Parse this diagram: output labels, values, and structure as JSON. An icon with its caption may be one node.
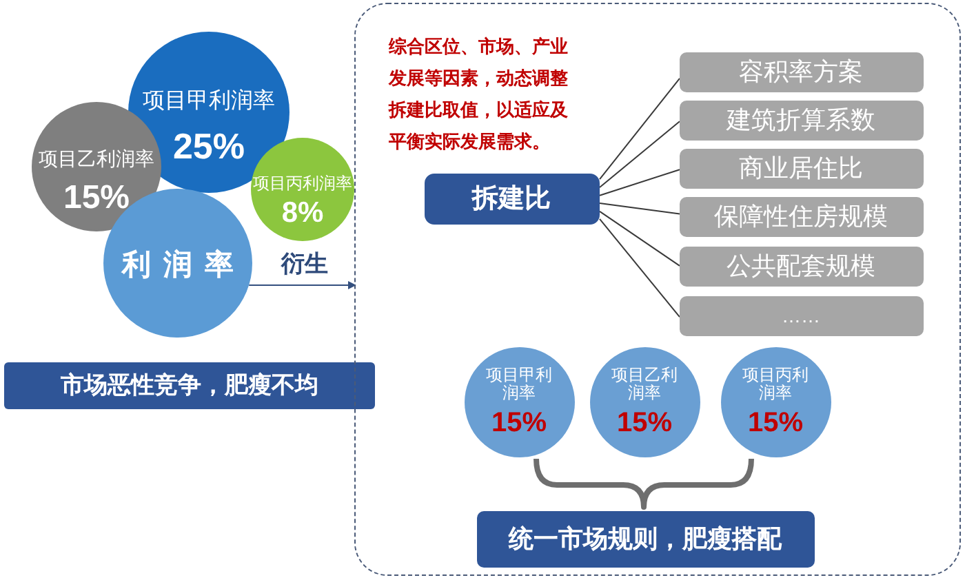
{
  "diagram": {
    "nodes": [
      {
        "text": [
          "项目甲利润率",
          "25%"
        ]
      },
      {
        "text": [
          "项目乙利润率",
          "15%"
        ]
      },
      {
        "text": [
          "项目丙利润率",
          "8%"
        ]
      },
      {
        "text": [
          "利 润 率"
        ]
      },
      {
        "text": [
          "市场恶性竞争，肥瘦不均"
        ]
      },
      {
        "text": [],
        "shape": "box"
      },
      {
        "text": [
          "拆建比"
        ],
        "in": 5
      },
      {
        "text": [
          "容积率方案"
        ],
        "in": 5
      },
      {
        "text": [
          "建筑折算系数"
        ],
        "in": 5
      },
      {
        "text": [
          "商业居住比"
        ],
        "in": 5
      },
      {
        "text": [
          "保障性住房规模"
        ],
        "in": 5
      },
      {
        "text": [
          "公共配套规模"
        ],
        "in": 5
      },
      {
        "text": [
          "……"
        ],
        "in": 5
      },
      {
        "text": [
          "项目甲利润率",
          "15%"
        ],
        "in": 5
      },
      {
        "text": [
          "项目乙利润率",
          "15%"
        ],
        "in": 5
      },
      {
        "text": [
          "项目丙利润率",
          "15%"
        ],
        "in": 5
      },
      {
        "text": [
          "统一市场规则，肥瘦搭配"
        ],
        "in": 5
      }
    ],
    "edges": [
      {
        "from": 3,
        "to": 5,
        "arrow": "to",
        "label": "衍生"
      },
      {
        "from": 6,
        "to": 7,
        "arrow": "none"
      },
      {
        "from": 6,
        "to": 8,
        "arrow": "none"
      },
      {
        "from": 6,
        "to": 9,
        "arrow": "none"
      },
      {
        "from": 6,
        "to": 10,
        "arrow": "none"
      },
      {
        "from": 6,
        "to": 11,
        "arrow": "none"
      },
      {
        "from": 6,
        "to": 12,
        "arrow": "none"
      }
    ],
    "labels": [
      "综合区位、市场、产业发展等因素，动态调整拆建比取值，以适应及平衡实际发展需求。"
    ]
  }
}
